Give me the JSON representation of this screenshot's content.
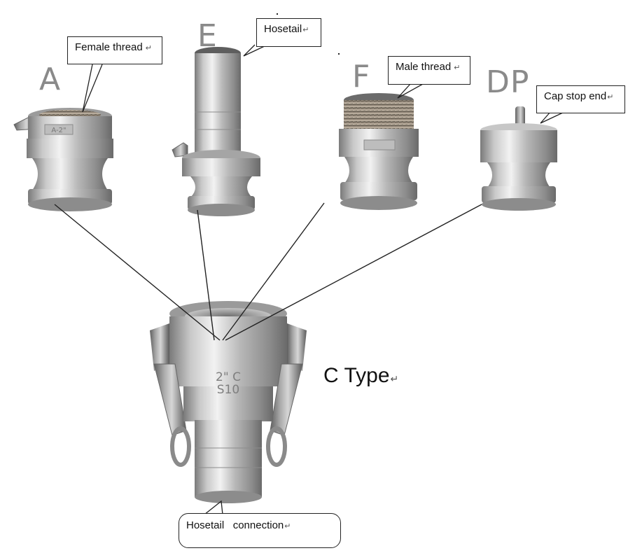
{
  "labels": {
    "a": "A",
    "e": "E",
    "f": "F",
    "dp": "DP",
    "c_type": "C Type"
  },
  "callouts": {
    "female_thread": "Female thread",
    "hosetail": "Hosetail",
    "male_thread": "Male thread",
    "cap_stop_end": "Cap stop end",
    "hosetail_connection": "Hosetail   connection"
  },
  "engravings": {
    "a_body": "A-2\"",
    "c_body_line1": "2\" C",
    "c_body_line2": "S10"
  },
  "colors": {
    "background": "#ffffff",
    "steel_light": "#d8d8d8",
    "steel_mid": "#a9a9a9",
    "steel_dark": "#6f6f6f",
    "letter_gray": "#8a8a8a",
    "line": "#222222"
  }
}
